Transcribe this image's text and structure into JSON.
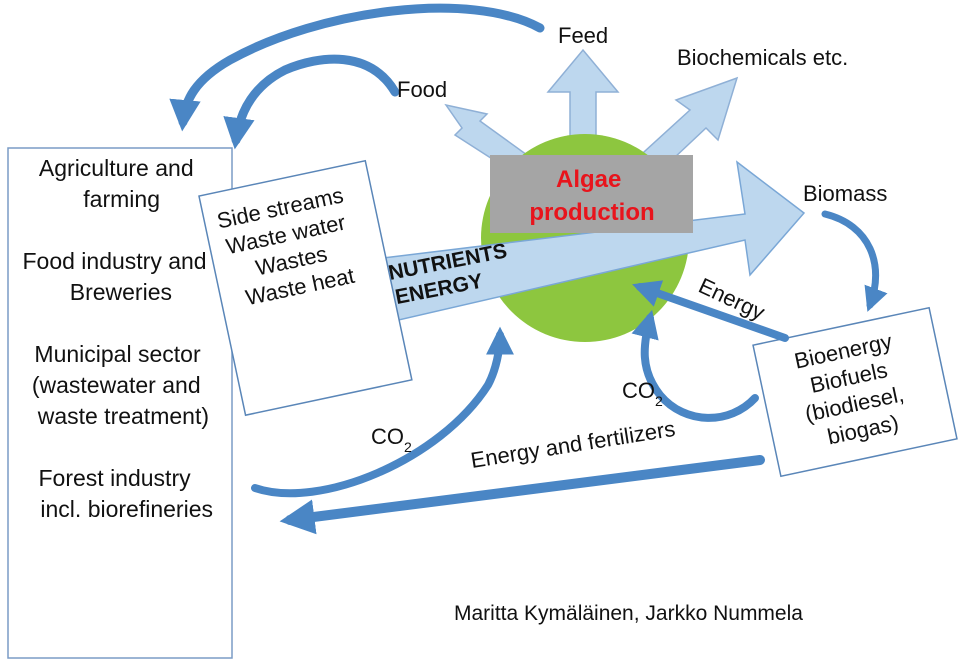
{
  "sectors": {
    "agriculture": [
      "Agriculture and",
      "farming"
    ],
    "food_industry": [
      "Food industry and",
      "Breweries"
    ],
    "municipal": [
      "Municipal sector",
      "(wastewater and",
      "waste treatment)"
    ],
    "forest": [
      "Forest industry",
      "incl. biorefineries"
    ]
  },
  "side_streams": [
    "Side streams",
    "Waste water",
    "Wastes",
    "Waste heat"
  ],
  "nutrients_energy": [
    "NUTRIENTS",
    "ENERGY"
  ],
  "algae_production": [
    "Algae",
    "production"
  ],
  "outputs": {
    "feed": "Feed",
    "food": "Food",
    "biochemicals": "Biochemicals etc.",
    "biomass": "Biomass"
  },
  "bioenergy": [
    "Bioenergy",
    "Biofuels",
    "(biodiesel,",
    "biogas)"
  ],
  "flows": {
    "energy": "Energy",
    "co2_label": "CO",
    "co2_sub": "2",
    "energy_fertilizers": "Energy and fertilizers"
  },
  "credit": "Maritta Kymäläinen, Jarkko Nummela",
  "colors": {
    "light_blue": "#bdd7ee",
    "dark_blue": "#4a86c5",
    "green": "#8dc63f",
    "algae_text": "#e8141c",
    "grey_box": "#a5a5a5",
    "border_blue": "#5a86b8"
  }
}
